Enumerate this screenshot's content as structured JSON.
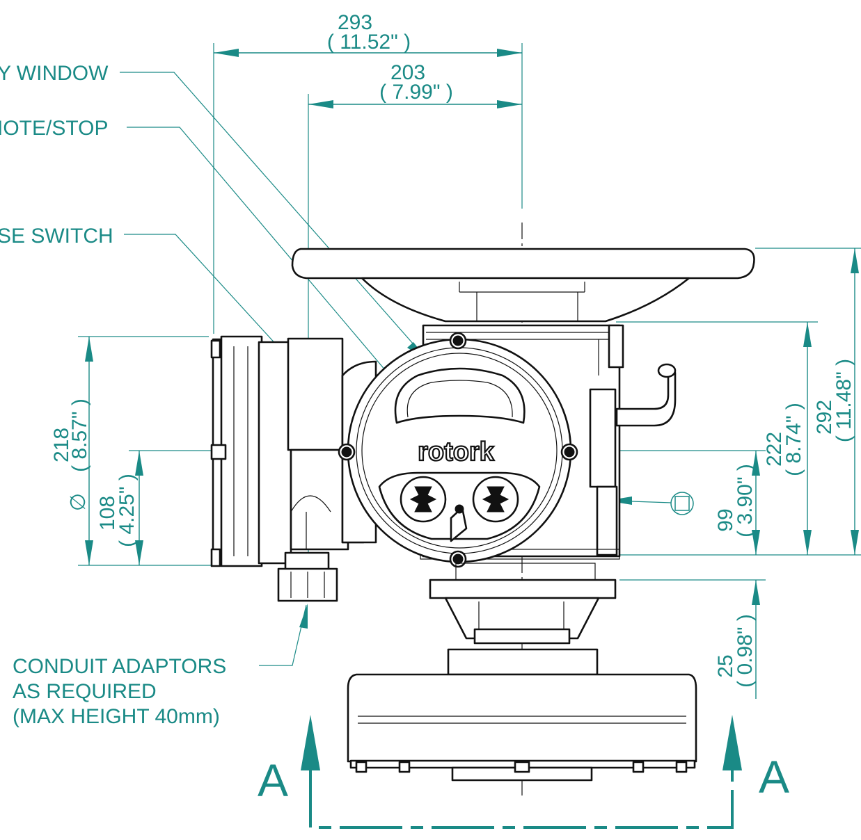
{
  "labels": {
    "indicator_window": "Y WINDOW",
    "local_remote_stop": "IOTE/STOP",
    "open_close_switch": "SE SWITCH",
    "conduit_line1": "CONDUIT ADAPTORS",
    "conduit_line2": "AS REQUIRED",
    "conduit_line3": "(MAX HEIGHT 40mm)"
  },
  "dimensions": {
    "overall_width": {
      "mm": "293",
      "in": "( 11.52\" )"
    },
    "center_width": {
      "mm": "203",
      "in": "( 7.99\" )"
    },
    "height_218": {
      "mm": "218",
      "in": "( 8.57\" )"
    },
    "diameter_symbol": "∅",
    "height_108": {
      "mm": "108",
      "in": "( 4.25\" )"
    },
    "height_99": {
      "mm": "99",
      "in": "( 3.90\" )"
    },
    "height_222": {
      "mm": "222",
      "in": "( 8.74\" )"
    },
    "height_292": {
      "mm": "292",
      "in": "( 11.48\" )"
    },
    "height_25": {
      "mm": "25",
      "in": "( 0.98\" )"
    }
  },
  "section": {
    "left": "A",
    "right": "A"
  },
  "brand": "rotork",
  "colors": {
    "dimension": "#1a8a86",
    "outline": "#111111"
  },
  "icons": [
    "square-in-circle-icon"
  ]
}
